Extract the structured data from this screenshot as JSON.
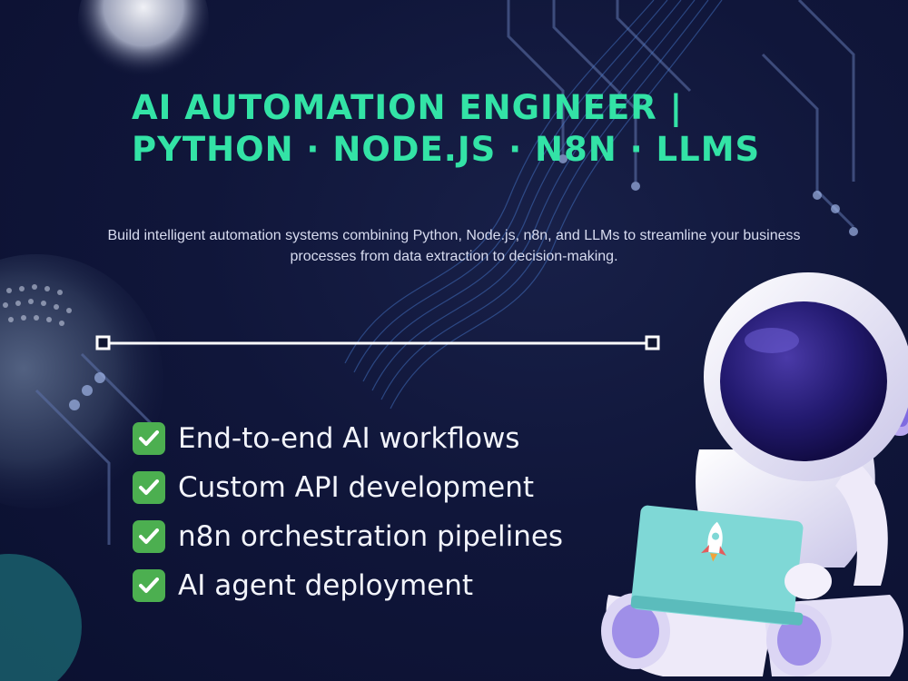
{
  "headline": {
    "line1": "AI AUTOMATION ENGINEER |",
    "line2": "PYTHON · NODE.JS · N8N · LLMS"
  },
  "subtitle": "Build intelligent automation systems combining Python, Node.js, n8n, and LLMs to streamline your business processes  from data extraction to decision-making.",
  "features": [
    "End-to-end AI workflows",
    "Custom API development",
    "n8n orchestration pipelines",
    "AI agent deployment"
  ],
  "icons": {
    "feature": "check-mark-button-icon",
    "illustration": "astronaut-with-laptop",
    "laptop_sticker": "rocket-icon"
  },
  "colors": {
    "background": "#10163a",
    "headline": "#33e3a6",
    "body_text": "#d8dcf0",
    "check": "#4caf50",
    "laptop": "#7fd8d6"
  }
}
